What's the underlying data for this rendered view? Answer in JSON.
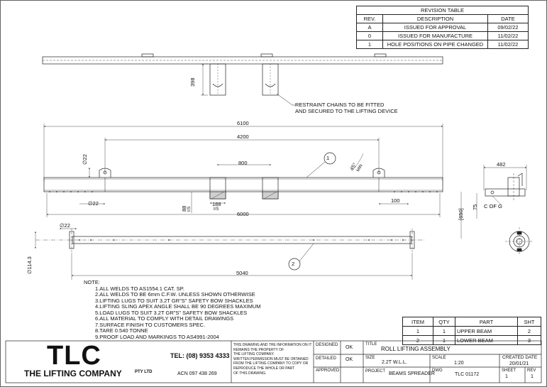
{
  "revision_table": {
    "title": "REVISION TABLE",
    "headers": [
      "REV.",
      "DESCRIPTION",
      "DATE"
    ],
    "rows": [
      [
        "A",
        "ISSUED FOR APPROVAL",
        "09/02/22"
      ],
      [
        "0",
        "ISSUED FOR MANUFACTURE",
        "11/02/22"
      ],
      [
        "1",
        "HOLE POSITIONS ON PIPE CHANGED",
        "11/02/22"
      ]
    ]
  },
  "annotations": {
    "restraint_line1": "RESTRAINT CHAINS TO BE FITTED",
    "restraint_line2": "AND SECURED TO THE LIFTING DEVICE",
    "c_of_g": "C OF G",
    "angle": "45°",
    "angle_min": "MIN",
    "balloon_1": "1",
    "balloon_2": "2"
  },
  "dimensions": {
    "d398": "398",
    "d6100": "6100",
    "d4200": "4200",
    "d800": "800",
    "d22_vert": "∅22",
    "d22_lug": "∅22",
    "d88": "88",
    "d188": "188",
    "is1": "I/S",
    "is2": "I/S",
    "d6000": "6000",
    "d100": "100",
    "d482": "482",
    "d75": "75",
    "d650": "[650]",
    "d22_pipe": "∅22",
    "d114": "∅114.3",
    "d5040": "5040"
  },
  "notes": {
    "title": "NOTE:",
    "items": [
      "1.ALL WELDS TO AS1554.1 CAT. SP.",
      "2.ALL WELDS TO BE 6mm C.F.W. UNLESS SHOWN OTHERWISE",
      "3.LIFTING LUGS TO SUIT 3.2T GR\"S\" SAFETY BOW SHACKLES",
      "4.LIFTING SLING APEX ANGLE SHALL BE 90 DEGREES MAXIMUM",
      "5.LOAD LUGS TO SUIT 3.2T GR\"S\" SAFETY BOW SHACKLES",
      "6.ALL MATERIAL TO COMPLY WITH DETAIL DRAWINGS",
      "7.SURFACE FINISH TO CUSTOMERS SPEC.",
      "8.TARE 0.540 TONNE",
      "9.PROOF LOAD AND MARKINGS TO AS4991-2004"
    ]
  },
  "parts_table": {
    "headers": [
      "ITEM",
      "QTY",
      "PART",
      "SHT"
    ],
    "rows": [
      [
        "1",
        "1",
        "UPPER BEAM",
        "2"
      ],
      [
        "2",
        "1",
        "LOWER BEAM",
        "3"
      ]
    ]
  },
  "title_block": {
    "logo": "TLC",
    "company": "THE LIFTING COMPANY",
    "pty": "PTY LTD",
    "tel": "TEL: (08) 9353 4333",
    "acn": "ACN 097 438 269",
    "disclaimer": [
      "THIS DRAWING AND THE INFORMATION ON IT",
      "REMAINS THE PROPERTY OF",
      "THE LIFTING COMPANY.",
      "WRITTEN PERMISSION MUST BE OBTAINED",
      "FROM THE LIFTING COMPANY TO COPY OR",
      "REPRODUCE THE WHOLE OR PART",
      "OF THIS DRAWING."
    ],
    "designed_label": "DESIGNED",
    "designed_value": "OK",
    "detailed_label": "DETAILED",
    "detailed_value": "OK",
    "approved_label": "APPROVED",
    "title_label": "TITLE",
    "title_value": "ROLL LIFTING ASSEMBLY",
    "size_label": "SIZE",
    "size_value": "2.2T W.L.L.",
    "scale_label": "SCALE",
    "scale_value": "1:20",
    "created_label": "CREATED DATE",
    "created_value": "20/01/21",
    "project_label": "PROJECT",
    "project_value": "BEAMS SPREADER",
    "dwg_label": "DWG",
    "dwg_value": "TLC 01172",
    "sheet_label": "SHEET",
    "sheet_value": "1",
    "rev_label": "REV",
    "rev_value": "1"
  }
}
